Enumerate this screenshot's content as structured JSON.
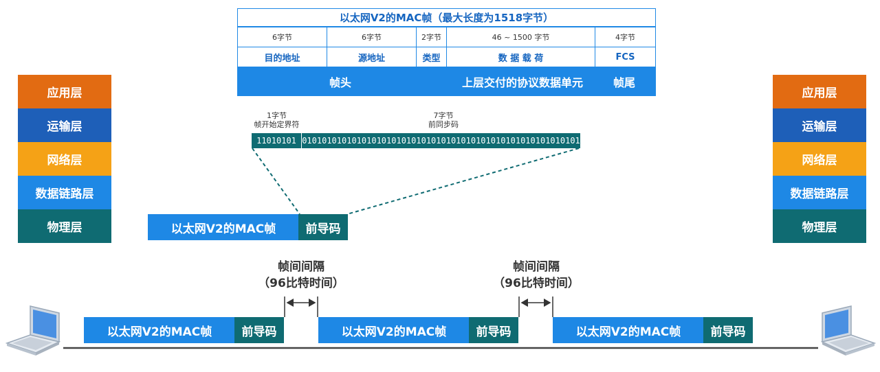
{
  "frame_table": {
    "title": "以太网V2的MAC帧（最大长度为1518字节）",
    "fields": [
      {
        "size": "6字节",
        "name": "目的地址"
      },
      {
        "size": "6字节",
        "name": "源地址"
      },
      {
        "size": "2字节",
        "name": "类型"
      },
      {
        "size": "46 ~ 1500 字节",
        "name": "数 据 载 荷"
      },
      {
        "size": "4字节",
        "name": "FCS"
      }
    ],
    "header_label": "帧头",
    "payload_label": "上层交付的协议数据单元",
    "trailer_label": "帧尾"
  },
  "preamble_detail": {
    "sfd_size": "1字节",
    "sfd_name": "帧开始定界符",
    "sfd_bits": "11010101",
    "preamble_size": "7字节",
    "preamble_name": "前同步码",
    "preamble_bits": "01010101010101010101010101010101010101010101010101010101"
  },
  "mid_frame": {
    "body": "以太网V2的MAC帧",
    "preamble": "前导码"
  },
  "left_stack": [
    "应用层",
    "运输层",
    "网络层",
    "数据链路层",
    "物理层"
  ],
  "right_stack": [
    "应用层",
    "运输层",
    "网络层",
    "数据链路层",
    "物理层"
  ],
  "layer_colors": [
    "#e26b12",
    "#1e5fb8",
    "#f5a216",
    "#1e88e5",
    "#0f6b72"
  ],
  "frames": [
    {
      "body": "以太网V2的MAC帧",
      "preamble": "前导码"
    },
    {
      "body": "以太网V2的MAC帧",
      "preamble": "前导码"
    },
    {
      "body": "以太网V2的MAC帧",
      "preamble": "前导码"
    }
  ],
  "gaps": [
    {
      "line1": "帧间间隔",
      "line2": "（96比特时间）"
    },
    {
      "line1": "帧间间隔",
      "line2": "（96比特时间）"
    }
  ],
  "devices": [
    "laptop-icon",
    "laptop-icon"
  ]
}
